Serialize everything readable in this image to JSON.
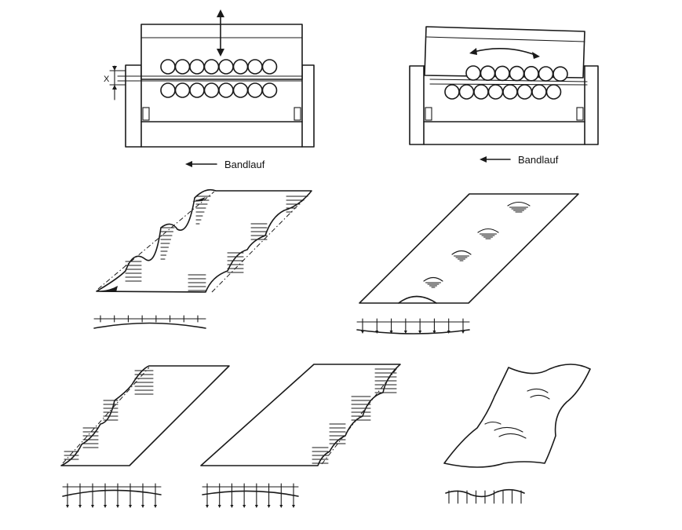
{
  "machines": {
    "left": {
      "gap_label": "X",
      "direction_label": "Bandlauf",
      "arrow_meaning": "vertical-adjust"
    },
    "right": {
      "direction_label": "Bandlauf",
      "arrow_meaning": "tilt-adjust"
    }
  },
  "strip_figures": [
    {
      "id": "wavy-edges-both",
      "defect": "edge waves on both sides"
    },
    {
      "id": "center-buckles",
      "defect": "center buckles"
    },
    {
      "id": "wavy-edge-left",
      "defect": "edge waves left side"
    },
    {
      "id": "wavy-edge-right",
      "defect": "edge waves right side"
    },
    {
      "id": "wavy-strip",
      "defect": "irregular waviness"
    }
  ],
  "icons": [
    "double-arrow-vertical-icon",
    "double-arrow-curved-icon",
    "direction-arrow-icon"
  ]
}
